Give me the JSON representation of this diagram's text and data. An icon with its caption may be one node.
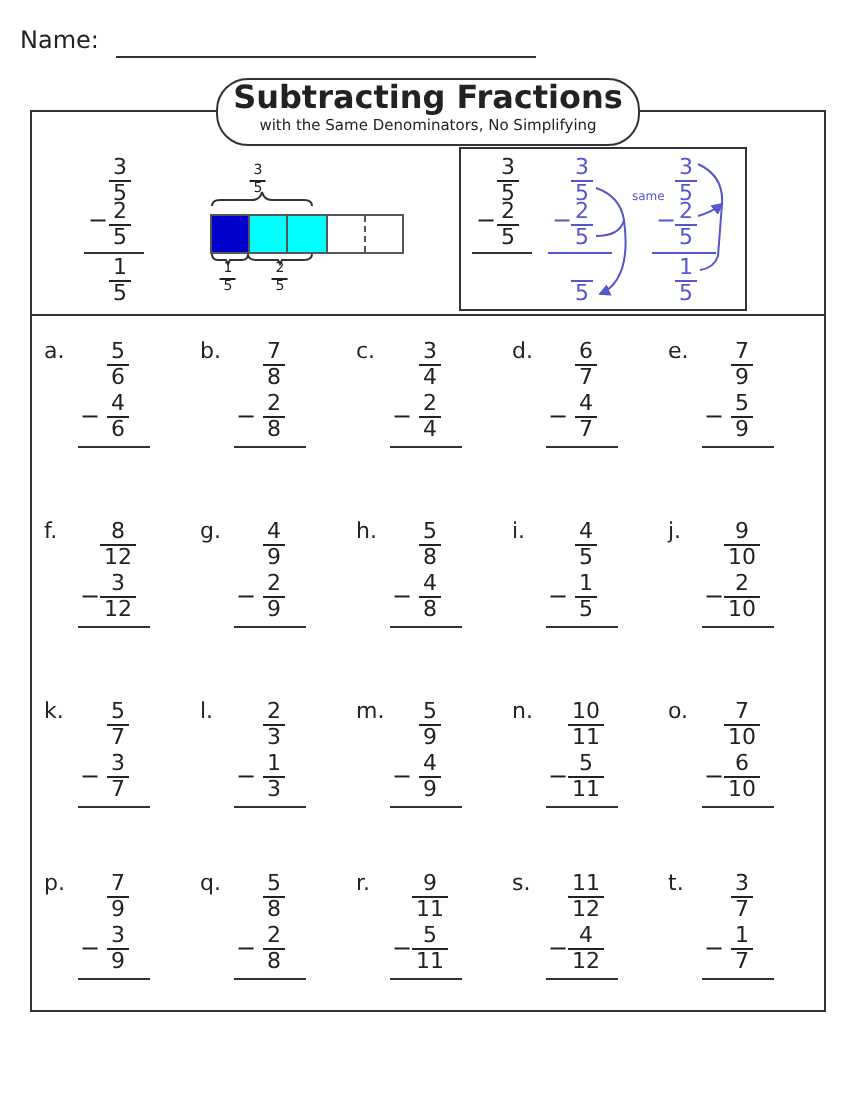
{
  "diagram": {
    "nodes": [
      {
        "text": [
          "Subtracting Fractions",
          "with the Same Denominators, No Simplifying"
        ]
      },
      {
        "text": [],
        "shape": "bar"
      }
    ],
    "labels": [
      "Name:",
      "3",
      "5",
      "−",
      "2",
      "5",
      "1",
      "5",
      "3",
      "5",
      "1",
      "5",
      "2",
      "5",
      "3",
      "5",
      "−",
      "2",
      "5",
      "3",
      "5",
      "same",
      "−",
      "2",
      "5",
      "5",
      "3",
      "5",
      "−",
      "2",
      "5",
      "1",
      "5",
      "a.",
      "5",
      "6",
      "−",
      "4",
      "6",
      "b.",
      "7",
      "8",
      "−",
      "2",
      "8",
      "c.",
      "3",
      "4",
      "−",
      "2",
      "4",
      "d.",
      "6",
      "7",
      "−",
      "4",
      "7",
      "e.",
      "7",
      "9",
      "−",
      "5",
      "9",
      "f.",
      "8",
      "12",
      "−",
      "3",
      "12",
      "g.",
      "4",
      "9",
      "−",
      "2",
      "9",
      "h.",
      "5",
      "8",
      "−",
      "4",
      "8",
      "i.",
      "4",
      "5",
      "−",
      "1",
      "5",
      "j.",
      "9",
      "10",
      "−",
      "2",
      "10",
      "k.",
      "5",
      "7",
      "−",
      "3",
      "7",
      "l.",
      "2",
      "3",
      "−",
      "1",
      "3",
      "m.",
      "5",
      "9",
      "−",
      "4",
      "9",
      "n.",
      "10",
      "11",
      "−",
      "5",
      "11",
      "o.",
      "7",
      "10",
      "−",
      "6",
      "10",
      "p.",
      "7",
      "9",
      "−",
      "3",
      "9",
      "q.",
      "5",
      "8",
      "−",
      "2",
      "8",
      "r.",
      "9",
      "11",
      "−",
      "5",
      "11",
      "s.",
      "11",
      "12",
      "−",
      "4",
      "12",
      "t.",
      "3",
      "7",
      "−",
      "1",
      "7"
    ]
  }
}
